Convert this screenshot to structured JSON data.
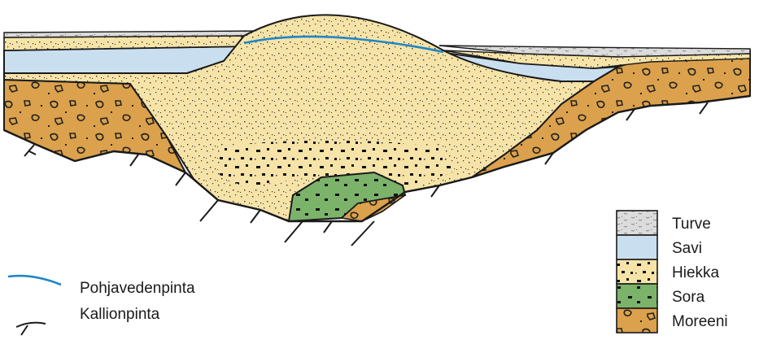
{
  "diagram": {
    "colors": {
      "turve": "#dcdcdc",
      "savi": "#c9dff0",
      "hiekka": "#f6e3a8",
      "sora": "#7cb36a",
      "moreeni": "#dba14c",
      "groundwater": "#1f87c6",
      "outline": "#1a1a1a"
    },
    "legend": {
      "layers": [
        {
          "key": "turve",
          "label": "Turve"
        },
        {
          "key": "savi",
          "label": "Savi"
        },
        {
          "key": "hiekka",
          "label": "Hiekka"
        },
        {
          "key": "sora",
          "label": "Sora"
        },
        {
          "key": "moreeni",
          "label": "Moreeni"
        }
      ],
      "lines": [
        {
          "key": "groundwater",
          "label": "Pohjavedenpinta",
          "icon": "blue-line-icon"
        },
        {
          "key": "bedrock",
          "label": "Kallionpinta",
          "icon": "bedrock-tick-icon"
        }
      ]
    }
  }
}
